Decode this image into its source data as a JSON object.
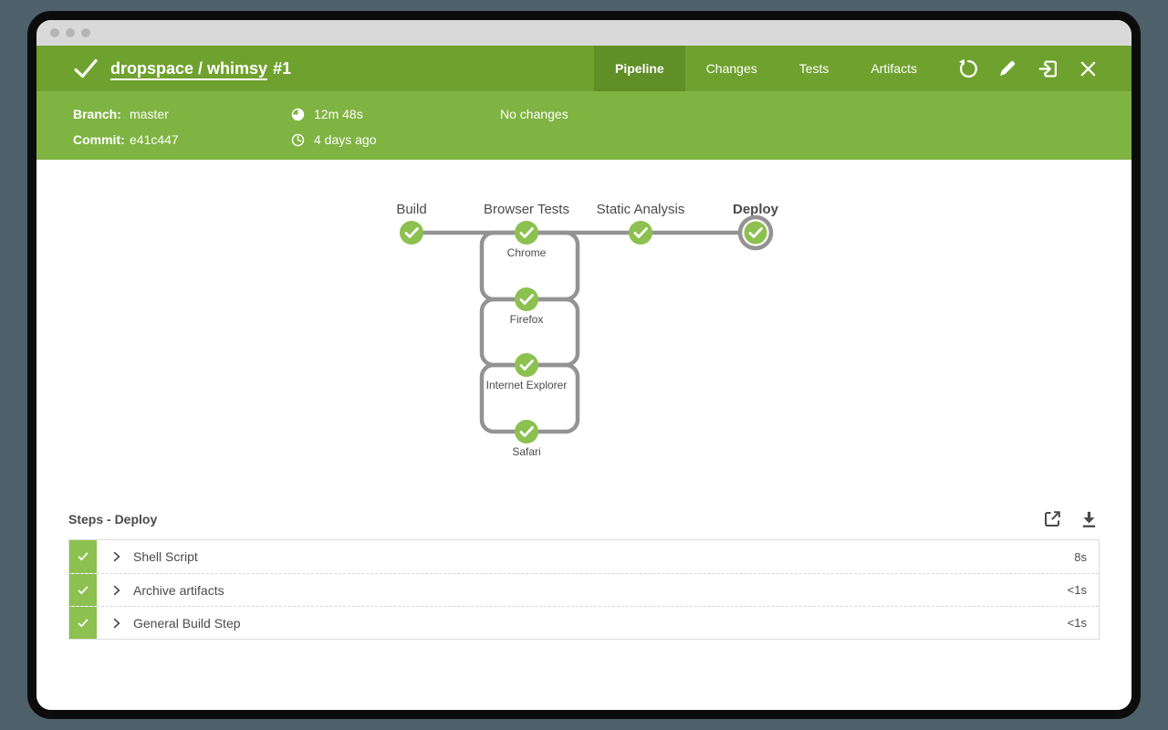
{
  "colors": {
    "header_green": "#6FA12E",
    "active_tab_green": "#608E27",
    "infobar_green": "#7FB342",
    "node_green": "#8CC04F",
    "rail_gray": "#949393",
    "desktop_background": "#4E616B",
    "text_dark": "#4A4A4A"
  },
  "header": {
    "title": "dropspace / whimsy",
    "run_number": "#1",
    "tabs": [
      {
        "label": "Pipeline",
        "active": true
      },
      {
        "label": "Changes",
        "active": false
      },
      {
        "label": "Tests",
        "active": false
      },
      {
        "label": "Artifacts",
        "active": false
      }
    ],
    "actions": [
      {
        "name": "rerun",
        "icon": "rerun-icon"
      },
      {
        "name": "edit",
        "icon": "pencil-icon"
      },
      {
        "name": "go-to-classic",
        "icon": "exit-icon"
      },
      {
        "name": "close",
        "icon": "close-icon"
      }
    ]
  },
  "infobar": {
    "branch_label": "Branch:",
    "branch_value": "master",
    "commit_label": "Commit:",
    "commit_value": "e41c447",
    "duration": "12m 48s",
    "completed": "4 days ago",
    "changes": "No changes"
  },
  "graph": {
    "stages": [
      {
        "label": "Build",
        "selected": false
      },
      {
        "label": "Browser Tests",
        "selected": false
      },
      {
        "label": "Static Analysis",
        "selected": false
      },
      {
        "label": "Deploy",
        "selected": true
      }
    ],
    "parallel_branches": [
      "Chrome",
      "Firefox",
      "Internet Explorer",
      "Safari"
    ]
  },
  "steps": {
    "title": "Steps - Deploy",
    "toolbar": [
      {
        "name": "open-log",
        "icon": "external-link-icon"
      },
      {
        "name": "download-log",
        "icon": "download-icon"
      }
    ],
    "rows": [
      {
        "label": "Shell Script",
        "duration": "8s"
      },
      {
        "label": "Archive artifacts",
        "duration": "<1s"
      },
      {
        "label": "General Build Step",
        "duration": "<1s"
      }
    ]
  }
}
